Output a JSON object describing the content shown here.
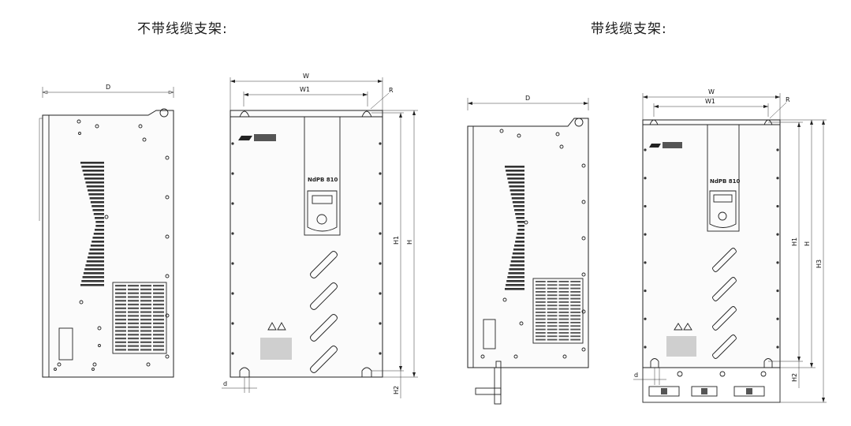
{
  "headings": {
    "without_bracket": "不带线缆支架:",
    "with_bracket": "带线缆支架:"
  },
  "dimension_labels": {
    "depth": "D",
    "width": "W",
    "width_mount": "W1",
    "radius": "R",
    "height": "H",
    "height_mount": "H1",
    "height_bottom": "H2",
    "height_total": "H3",
    "hole_diameter": "d"
  },
  "product": {
    "model_text": "NdPB 810"
  },
  "colors": {
    "line": "#222222",
    "background": "#ffffff"
  }
}
